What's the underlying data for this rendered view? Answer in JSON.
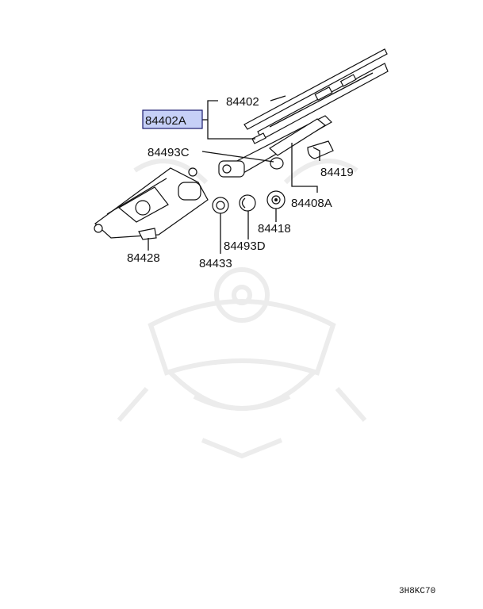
{
  "diagram_code": "3H8KC70",
  "highlight_color": "#c6d0f7",
  "callouts": {
    "p84402": "84402",
    "p84402A": "84402A",
    "p84493C": "84493C",
    "p84419": "84419",
    "p84408A": "84408A",
    "p84418": "84418",
    "p84493D": "84493D",
    "p84433": "84433",
    "p84428": "84428"
  },
  "parts": [
    {
      "label": "84402",
      "icon": "wiper-blade"
    },
    {
      "label": "84402A",
      "icon": "blade-rubber-refill",
      "highlighted": true
    },
    {
      "label": "84493C",
      "icon": "nut"
    },
    {
      "label": "84419",
      "icon": "arm-cap"
    },
    {
      "label": "84408A",
      "icon": "wiper-arm"
    },
    {
      "label": "84418",
      "icon": "nut"
    },
    {
      "label": "84493D",
      "icon": "bushing"
    },
    {
      "label": "84433",
      "icon": "washer"
    },
    {
      "label": "84428",
      "icon": "wiper-motor"
    }
  ]
}
